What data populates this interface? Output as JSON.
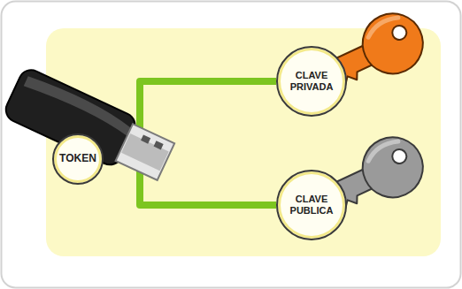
{
  "diagram": {
    "nodes": [
      {
        "text": [
          "TOKEN"
        ]
      },
      {
        "text": [
          "CLAVE PRIVADA"
        ]
      },
      {
        "text": [
          "CLAVE PUBLICA"
        ]
      }
    ],
    "edges": [
      {
        "from": 0,
        "to": 1,
        "arrow": "none"
      },
      {
        "from": 0,
        "to": 2,
        "arrow": "none"
      }
    ]
  }
}
